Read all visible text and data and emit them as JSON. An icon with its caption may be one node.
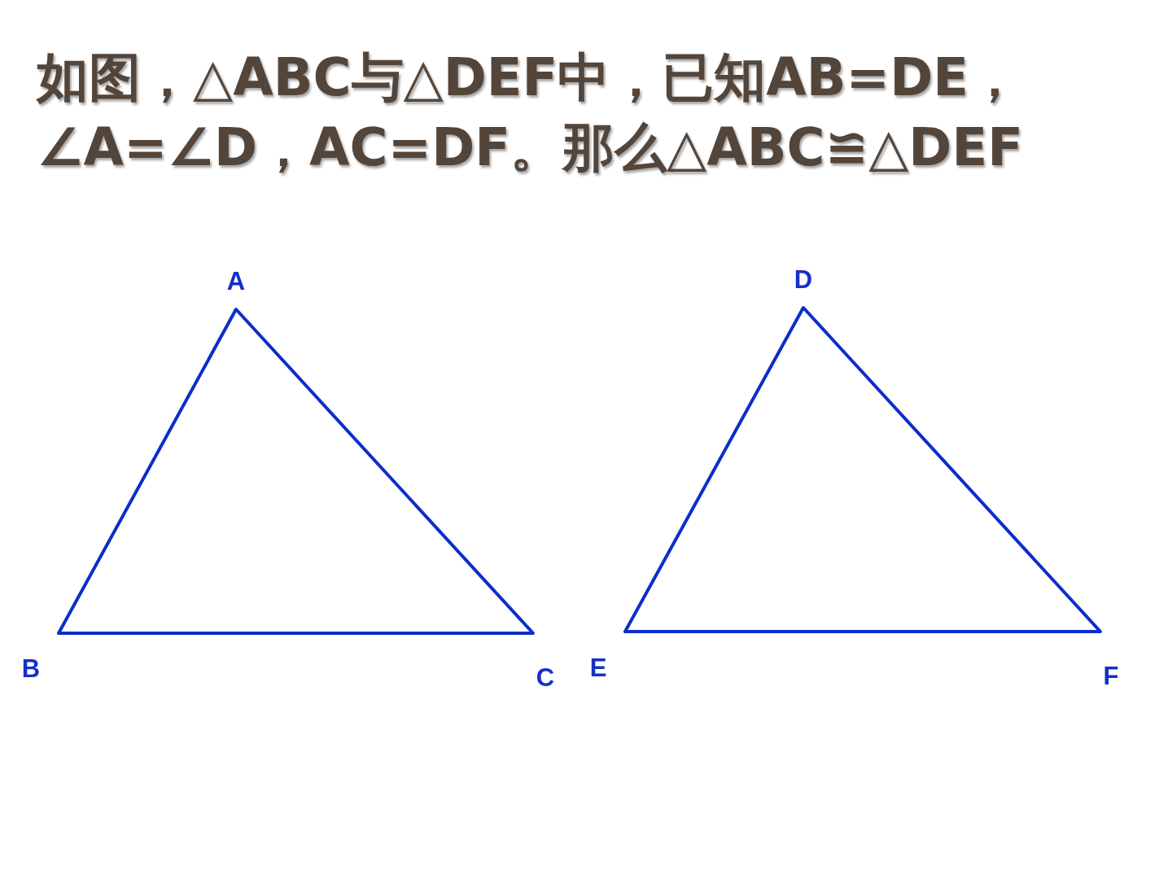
{
  "diagram": {
    "title": "如图，△ABC与△DEF中，已知AB=DE，∠A=∠D，AC=DF。那么△ABC≌△DEF",
    "labels": [
      "A",
      "D",
      "B",
      "E",
      "C",
      "F"
    ]
  }
}
